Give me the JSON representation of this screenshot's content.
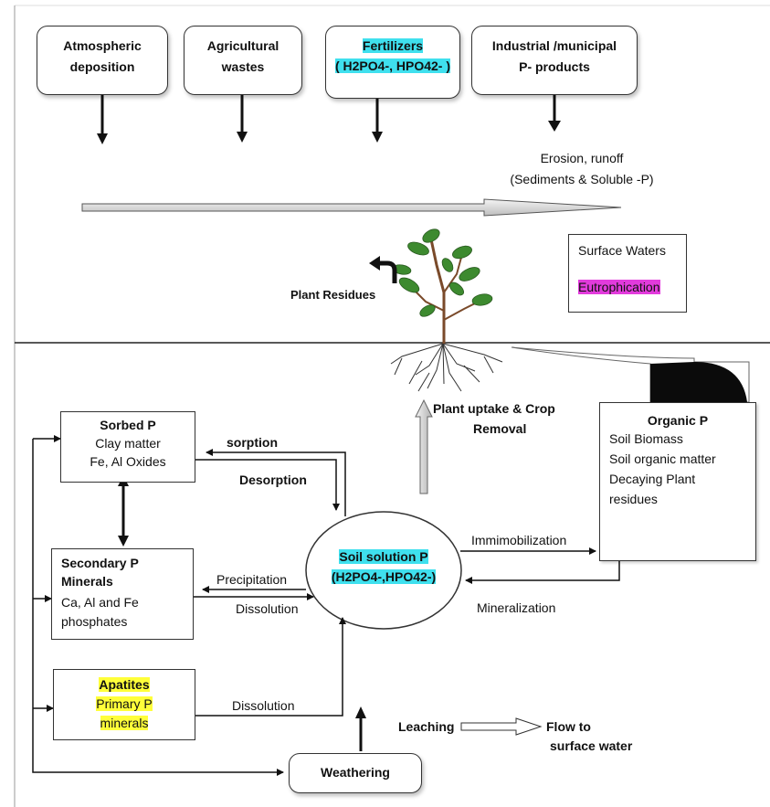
{
  "top_sources": {
    "atmospheric": [
      "Atmospheric",
      "deposition"
    ],
    "agricultural": [
      "Agricultural",
      "wastes"
    ],
    "fertilizers_title": "Fertilizers",
    "fertilizers_formula": "( H2PO4-, HPO42- )",
    "industrial": [
      "Industrial /municipal",
      "P- products"
    ]
  },
  "erosion": [
    "Erosion, runoff",
    "(Sediments & Soluble -P)"
  ],
  "surface_waters": {
    "title": "Surface Waters",
    "eutrophication": "Eutrophication"
  },
  "plant_residues": "Plant Residues",
  "plant_uptake": [
    "Plant uptake & Crop",
    "Removal"
  ],
  "sorbed": {
    "title": "Sorbed P",
    "lines": [
      "Clay matter",
      "Fe, Al Oxides"
    ]
  },
  "secondary": {
    "title_lines": [
      "Secondary P",
      "Minerals"
    ],
    "lines": [
      "Ca, Al and Fe",
      "phosphates"
    ]
  },
  "apatites": {
    "title": "Apatites",
    "lines": [
      "Primary P",
      "minerals"
    ]
  },
  "organic": {
    "title": "Organic P",
    "lines": [
      "Soil Biomass",
      "Soil organic matter",
      "Decaying Plant",
      "residues"
    ]
  },
  "soil_solution": {
    "title": "Soil solution P",
    "formula": "(H2PO4-,HPO42-)"
  },
  "processes": {
    "sorption": "sorption",
    "desorption": "Desorption",
    "precipitation": "Precipitation",
    "dissolution1": "Dissolution",
    "dissolution2": "Dissolution",
    "immobilization": "Immimobilization",
    "mineralization": "Mineralization",
    "leaching": "Leaching",
    "flow": [
      "Flow to",
      "surface water"
    ],
    "weathering": "Weathering"
  }
}
